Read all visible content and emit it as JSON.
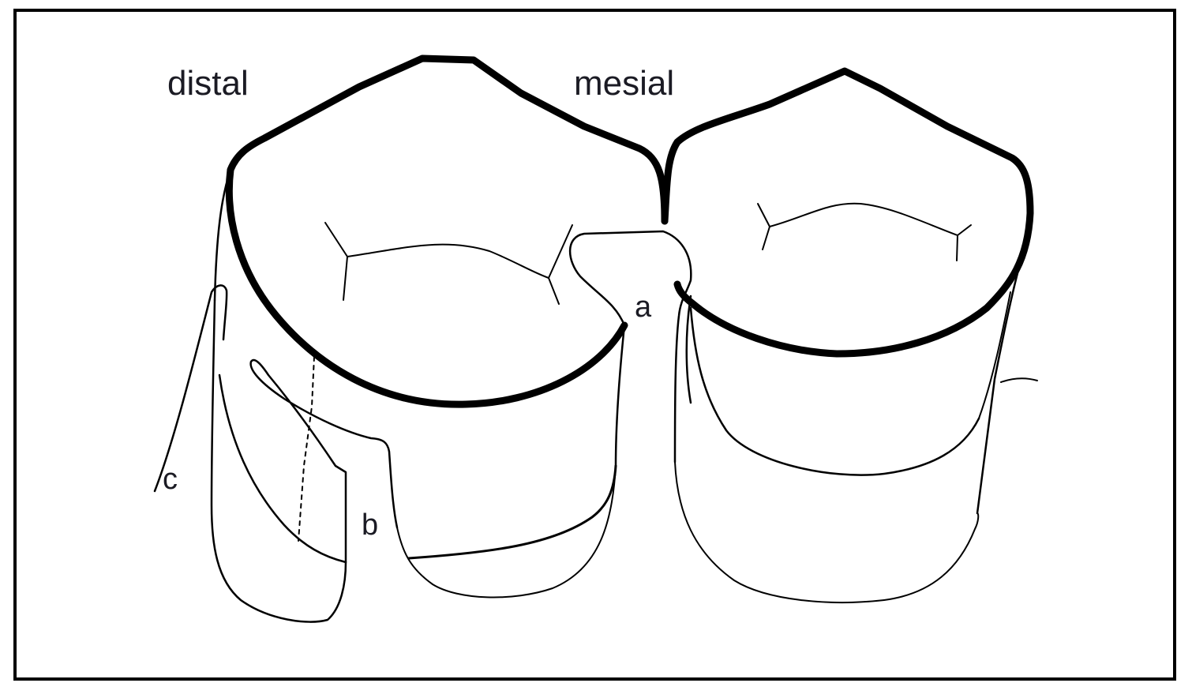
{
  "labels": {
    "distal": "distal",
    "mesial": "mesial",
    "a": "a",
    "b": "b",
    "c": "c"
  },
  "colors": {
    "ink": "#000000",
    "label": "#1b1b24",
    "background": "#ffffff"
  }
}
